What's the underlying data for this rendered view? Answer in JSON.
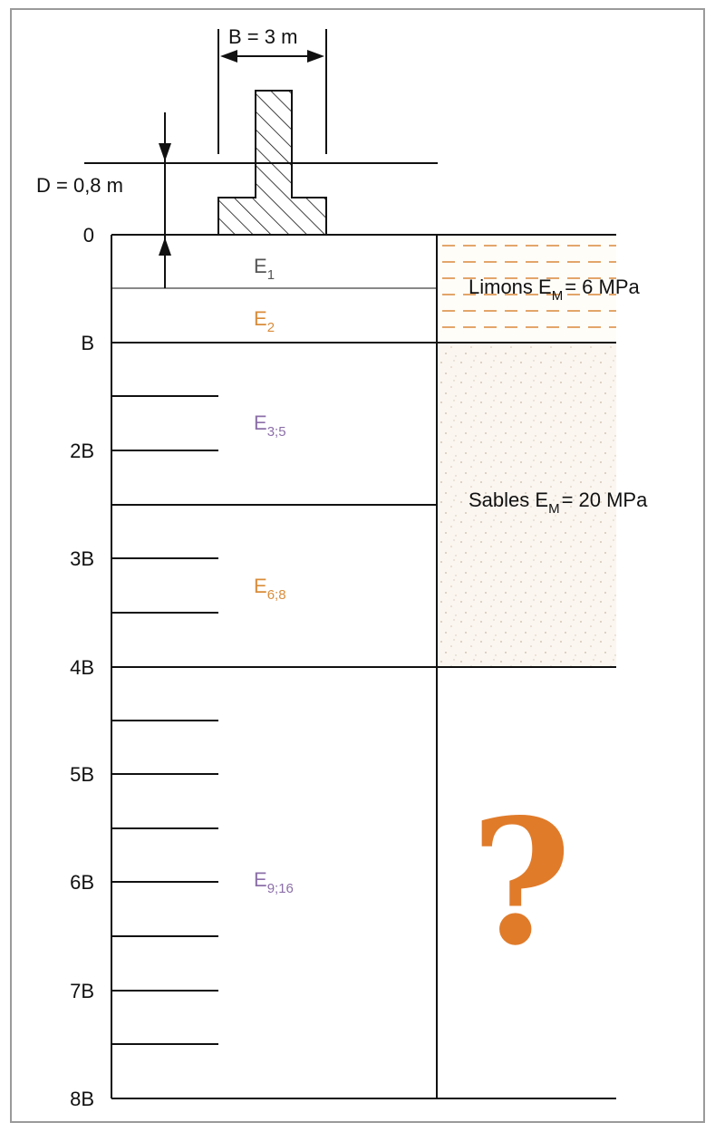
{
  "footing": {
    "width_label": "B = 3 m",
    "depth_label": "D = 0,8 m"
  },
  "depth_labels": [
    "0",
    "B",
    "2B",
    "3B",
    "4B",
    "5B",
    "6B",
    "7B",
    "8B"
  ],
  "layers": [
    {
      "main": "E",
      "sub": "1",
      "color": "#555555"
    },
    {
      "main": "E",
      "sub": "2",
      "color": "#d98c3a"
    },
    {
      "main": "E",
      "sub": "3;5",
      "color": "#8c6fa8"
    },
    {
      "main": "E",
      "sub": "6;8",
      "color": "#d98c3a"
    },
    {
      "main": "E",
      "sub": "9;16",
      "color": "#8c6fa8"
    }
  ],
  "soils": {
    "silt": {
      "name": "Limons E",
      "sub": "M",
      "value": "= 6 MPa"
    },
    "sand": {
      "name": "Sables E",
      "sub": "M",
      "value": "= 20 MPa"
    },
    "unknown": "?"
  },
  "colors": {
    "frame": "#9a9a9a",
    "line": "#111111",
    "silt_dash": "#e3a56a",
    "sand_fill": "#fbf6f0",
    "question": "#e07b2a"
  }
}
